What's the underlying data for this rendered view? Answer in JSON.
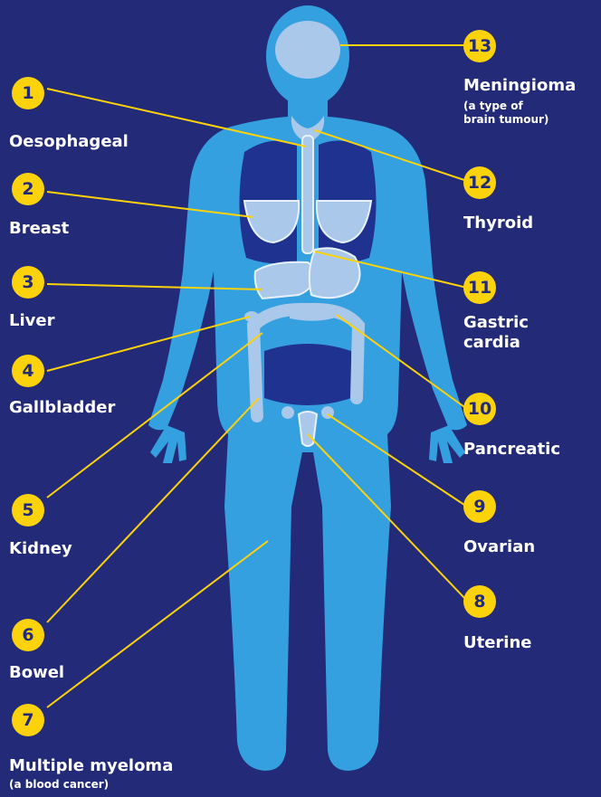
{
  "colors": {
    "background": "#232a78",
    "body": "#35a0e0",
    "organ": "#a9c8ea",
    "dark_organ": "#20328f",
    "leader_line": "#fcd20a",
    "badge": "#fcd20a"
  },
  "items": [
    {
      "number": "1",
      "label": "Oesophageal"
    },
    {
      "number": "2",
      "label": "Breast"
    },
    {
      "number": "3",
      "label": "Liver"
    },
    {
      "number": "4",
      "label": "Gallbladder"
    },
    {
      "number": "5",
      "label": "Kidney"
    },
    {
      "number": "6",
      "label": "Bowel"
    },
    {
      "number": "7",
      "label": "Multiple myeloma",
      "sublabel": "(a blood cancer)"
    },
    {
      "number": "8",
      "label": "Uterine"
    },
    {
      "number": "9",
      "label": "Ovarian"
    },
    {
      "number": "10",
      "label": "Pancreatic"
    },
    {
      "number": "11",
      "label": "Gastric\ncardia"
    },
    {
      "number": "12",
      "label": "Thyroid"
    },
    {
      "number": "13",
      "label": "Meningioma",
      "sublabel": "(a type of\nbrain tumour)"
    }
  ]
}
